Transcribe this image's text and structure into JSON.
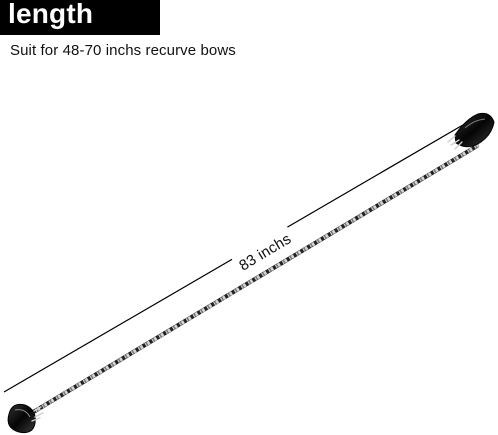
{
  "header": {
    "title": "length",
    "subtitle": "Suit for 48-70 inchs recurve bows"
  },
  "measurement": {
    "label": "83 inchs"
  },
  "colors": {
    "title_background": "#000000",
    "title_text": "#ffffff",
    "text": "#111111",
    "string_dark": "#1a1a1a",
    "string_light": "#c8c8c8",
    "loop_end": "#111111"
  },
  "icons": {
    "product": "bowstring-icon"
  }
}
